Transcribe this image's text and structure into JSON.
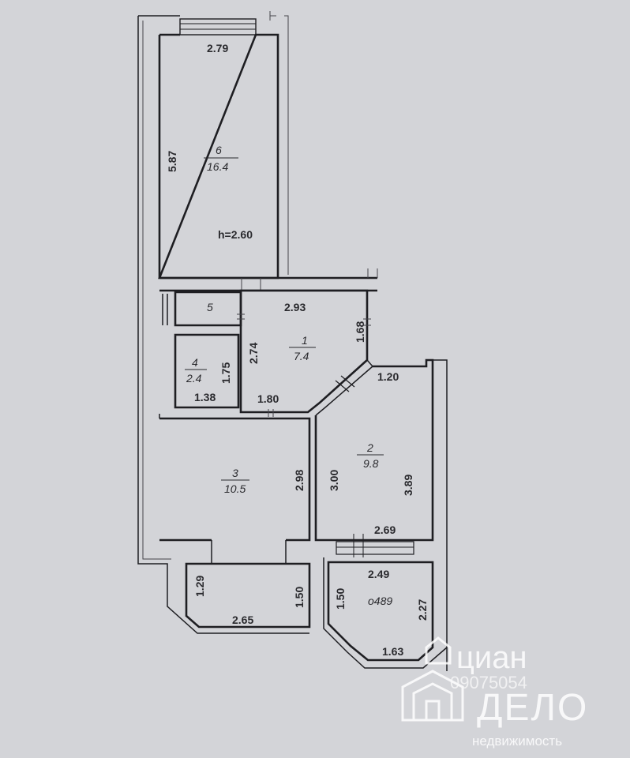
{
  "plan": {
    "height_label": "h=2.60",
    "rooms": [
      {
        "id": "6",
        "number": "6",
        "area": "16.4"
      },
      {
        "id": "5",
        "number": "5"
      },
      {
        "id": "4",
        "number": "4",
        "area": "2.4"
      },
      {
        "id": "1",
        "number": "1",
        "area": "7.4"
      },
      {
        "id": "2",
        "number": "2",
        "area": "9.8"
      },
      {
        "id": "3",
        "number": "3",
        "area": "10.5"
      },
      {
        "id": "balcony-right",
        "label": "о489"
      }
    ],
    "dimensions": {
      "room6_width": "2.79",
      "room6_length": "5.87",
      "room1_width": "2.93",
      "room1_right": "1.68",
      "room1_left": "2.74",
      "room1_bottom": "1.80",
      "room4_height": "1.75",
      "room4_width": "1.38",
      "room2_top": "1.20",
      "room2_left": "3.00",
      "room2_right": "3.89",
      "room2_bottom": "2.69",
      "room3_right": "2.98",
      "balcony_left_h1": "1.29",
      "balcony_left_h2": "1.50",
      "balcony_left_w": "2.65",
      "balcony_right_top": "2.49",
      "balcony_right_left": "1.50",
      "balcony_right_right": "2.27",
      "balcony_right_bottom": "1.63"
    }
  },
  "watermark": {
    "brand": "циан",
    "id_text": "09075054",
    "company": "ДЕЛО",
    "tagline": "недвижимость"
  }
}
